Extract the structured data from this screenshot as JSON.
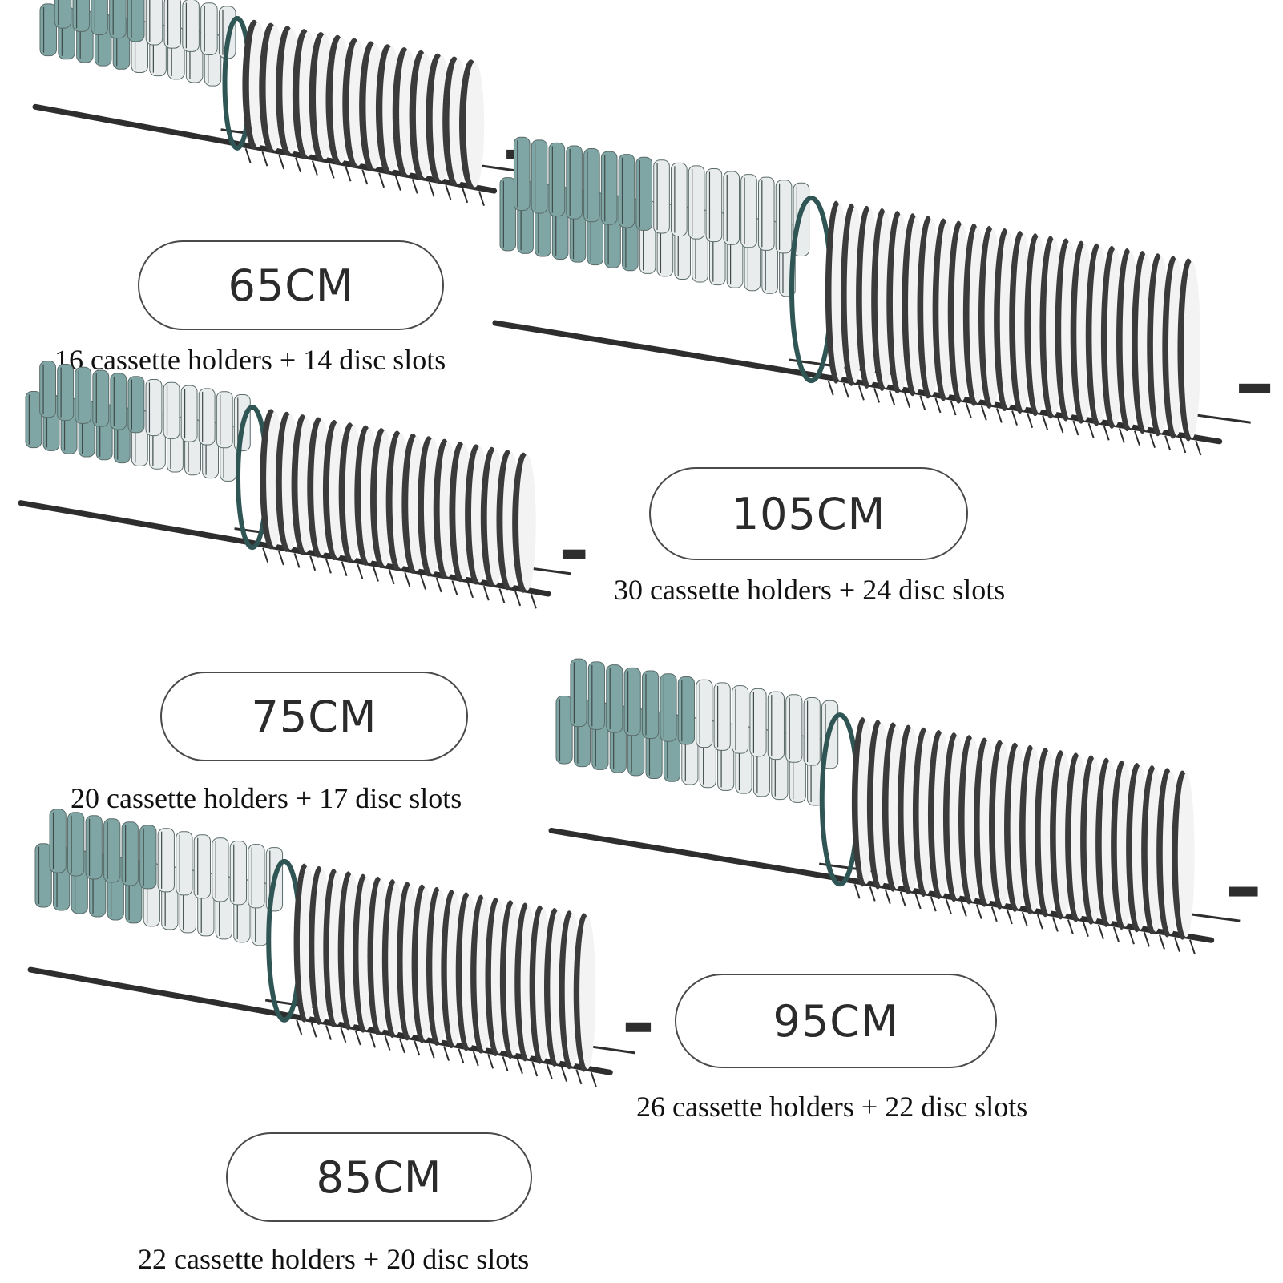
{
  "colors": {
    "rack": "#2e2e2e",
    "bowl_teal": "#7fa6a4",
    "bowl_white": "#e9ecec",
    "plate_rim": "#3b3b3b",
    "plate_face": "#f3f3f3",
    "divider": "#2f5554",
    "pill_border": "#4a4a4a"
  },
  "products": [
    {
      "id": "65",
      "size_label": "65CM",
      "capacity": "16 cassette holders + 14 disc slots",
      "bowl_count": 10,
      "plate_count": 14
    },
    {
      "id": "105",
      "size_label": "105CM",
      "capacity": "30 cassette holders + 24 disc slots",
      "bowl_count": 17,
      "plate_count": 24
    },
    {
      "id": "75",
      "size_label": "75CM",
      "capacity": "20 cassette holders + 17 disc slots",
      "bowl_count": 12,
      "plate_count": 17
    },
    {
      "id": "95",
      "size_label": "95CM",
      "capacity": "26 cassette holders + 22 disc slots",
      "bowl_count": 15,
      "plate_count": 22
    },
    {
      "id": "85",
      "size_label": "85CM",
      "capacity": "22 cassette holders + 20 disc slots",
      "bowl_count": 13,
      "plate_count": 20
    }
  ]
}
